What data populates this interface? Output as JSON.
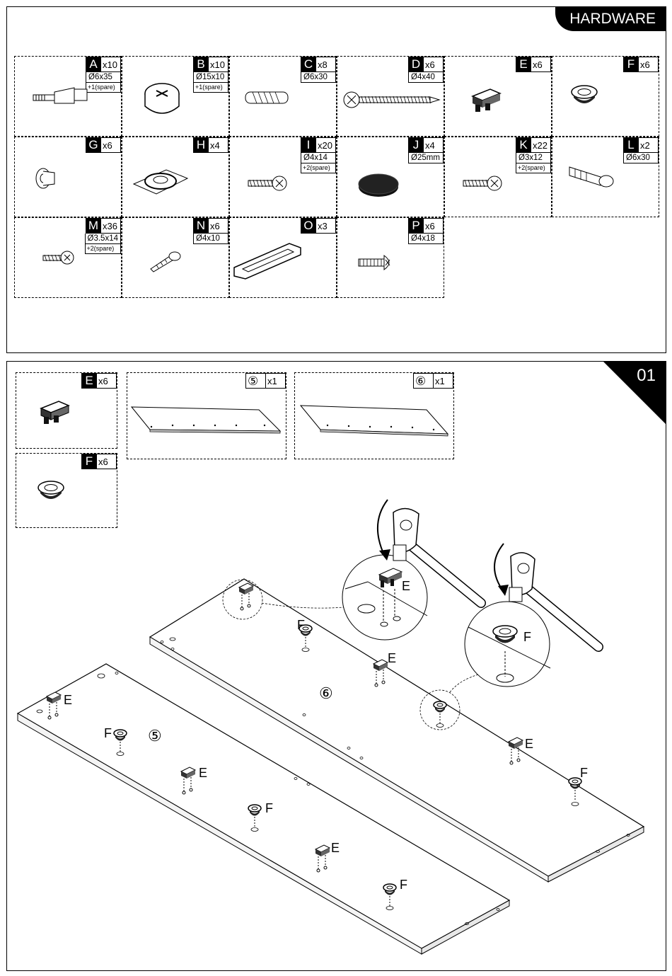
{
  "hardware": {
    "title": "HARDWARE",
    "items": [
      {
        "letter": "A",
        "qty": "x10",
        "dim": "Ø6x35",
        "spare": "+1(spare)",
        "icon": "cam-bolt-icon"
      },
      {
        "letter": "B",
        "qty": "x10",
        "dim": "Ø15x10",
        "spare": "+1(spare)",
        "icon": "cam-lock-icon"
      },
      {
        "letter": "C",
        "qty": "x8",
        "dim": "Ø6x30",
        "spare": "",
        "icon": "wood-dowel-icon"
      },
      {
        "letter": "D",
        "qty": "x6",
        "dim": "Ø4x40",
        "spare": "",
        "icon": "long-screw-icon"
      },
      {
        "letter": "E",
        "qty": "x6",
        "dim": "",
        "spare": "",
        "icon": "shelf-support-icon"
      },
      {
        "letter": "F",
        "qty": "x6",
        "dim": "",
        "spare": "",
        "icon": "grommet-icon"
      },
      {
        "letter": "G",
        "qty": "x6",
        "dim": "",
        "spare": "",
        "icon": "sleeve-icon"
      },
      {
        "letter": "H",
        "qty": "x4",
        "dim": "",
        "spare": "",
        "icon": "swivel-plate-icon"
      },
      {
        "letter": "I",
        "qty": "x20",
        "dim": "Ø4x14",
        "spare": "+2(spare)",
        "icon": "short-screw-icon"
      },
      {
        "letter": "J",
        "qty": "x4",
        "dim": "Ø25mm",
        "spare": "",
        "icon": "felt-pad-icon"
      },
      {
        "letter": "K",
        "qty": "x22",
        "dim": "Ø3x12",
        "spare": "+2(spare)",
        "icon": "small-screw-icon"
      },
      {
        "letter": "L",
        "qty": "x2",
        "dim": "Ø6x30",
        "spare": "",
        "icon": "wall-anchor-icon"
      },
      {
        "letter": "M",
        "qty": "x36",
        "dim": "Ø3.5x14",
        "spare": "+2(spare)",
        "icon": "tiny-screw-icon"
      },
      {
        "letter": "N",
        "qty": "x6",
        "dim": "Ø4x10",
        "spare": "",
        "icon": "pan-screw-icon"
      },
      {
        "letter": "O",
        "qty": "x3",
        "dim": "",
        "spare": "",
        "icon": "handle-icon"
      },
      {
        "letter": "P",
        "qty": "x6",
        "dim": "Ø4x18",
        "spare": "",
        "icon": "machine-screw-icon"
      }
    ]
  },
  "step": {
    "number": "01",
    "parts": [
      {
        "letter": "E",
        "qty": "x6"
      },
      {
        "letter": "F",
        "qty": "x6"
      }
    ],
    "panels": [
      {
        "id": "⑤",
        "qty": "x1"
      },
      {
        "id": "⑥",
        "qty": "x1"
      }
    ],
    "diagram_labels": {
      "E": "E",
      "F": "F",
      "panel5": "⑤",
      "panel6": "⑥"
    }
  }
}
